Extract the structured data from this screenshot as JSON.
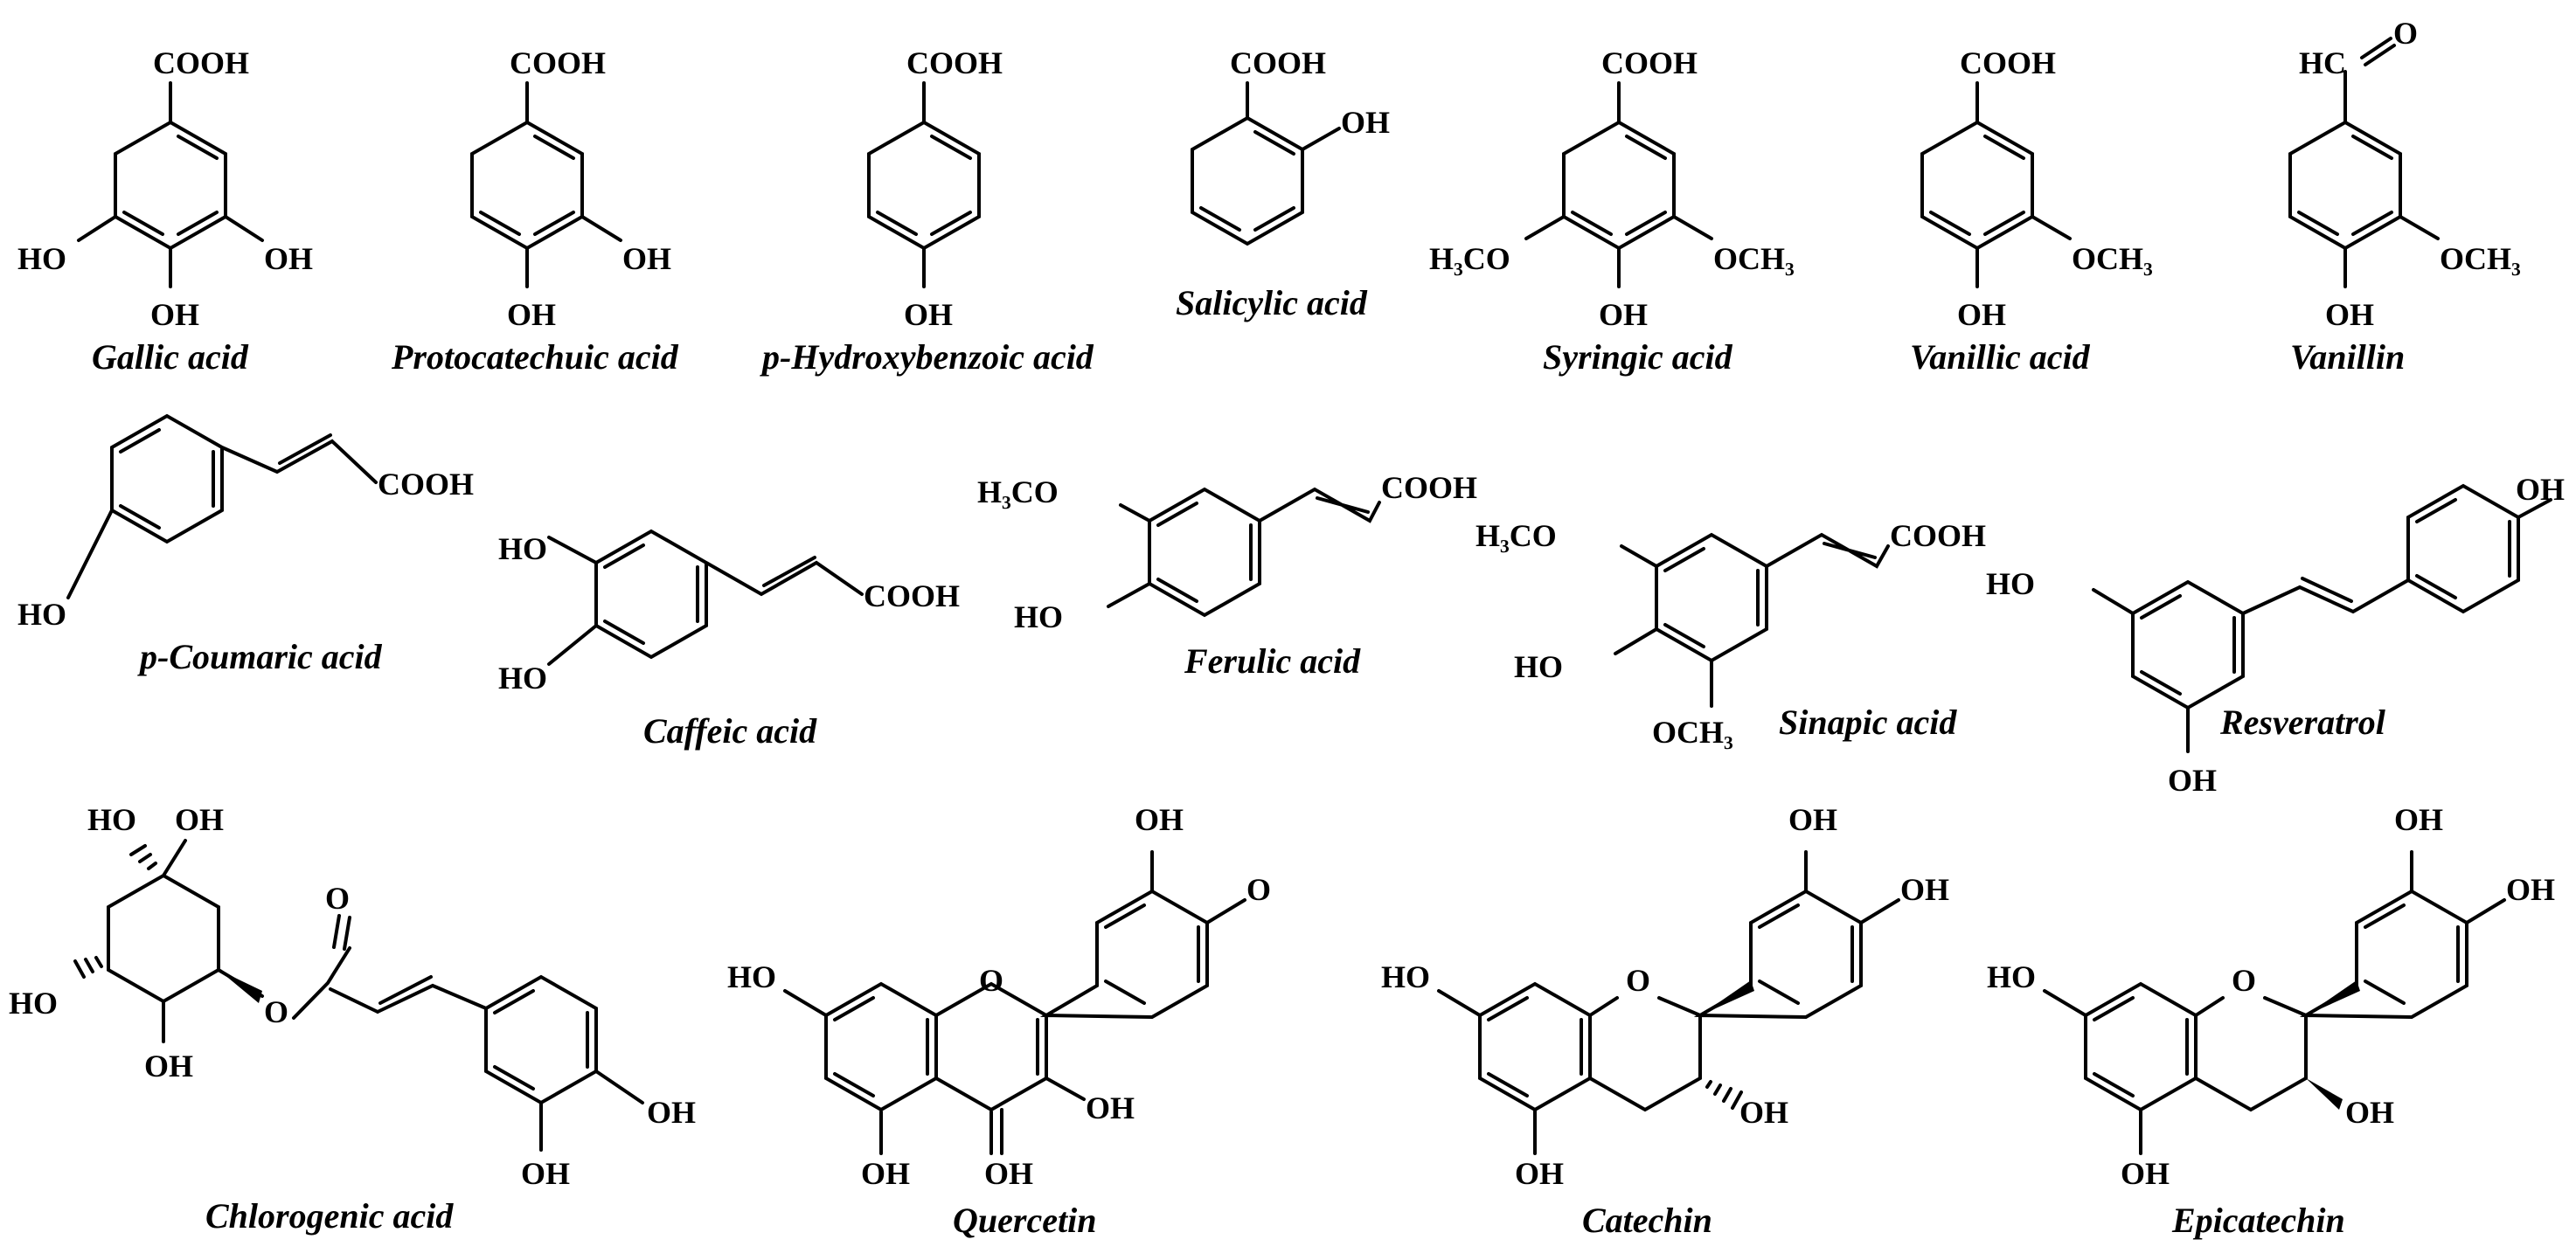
{
  "compounds": [
    {
      "id": "gallic",
      "name": "Gallic acid",
      "labels": [
        "COOH",
        "HO",
        "OH",
        "OH"
      ]
    },
    {
      "id": "protocatechuic",
      "name": "Protocatechuic acid",
      "labels": [
        "COOH",
        "OH",
        "OH"
      ]
    },
    {
      "id": "phydroxybenzoic",
      "name": "p-Hydroxybenzoic acid",
      "labels": [
        "COOH",
        "OH"
      ]
    },
    {
      "id": "salicylic",
      "name": "Salicylic acid",
      "labels": [
        "COOH",
        "OH"
      ]
    },
    {
      "id": "syringic",
      "name": "Syringic acid",
      "labels": [
        "COOH",
        "H₃CO",
        "OCH₃",
        "OH"
      ]
    },
    {
      "id": "vanillic",
      "name": "Vanillic acid",
      "labels": [
        "COOH",
        "OCH₃",
        "OH"
      ]
    },
    {
      "id": "vanillin",
      "name": "Vanillin",
      "labels": [
        "HC",
        "O",
        "OCH₃",
        "OH"
      ]
    },
    {
      "id": "pcoumaric",
      "name": "p-Coumaric acid",
      "labels": [
        "COOH",
        "HO"
      ]
    },
    {
      "id": "caffeic",
      "name": "Caffeic acid",
      "labels": [
        "HO",
        "HO",
        "COOH"
      ]
    },
    {
      "id": "ferulic",
      "name": "Ferulic acid",
      "labels": [
        "H₃CO",
        "HO",
        "COOH"
      ]
    },
    {
      "id": "sinapic",
      "name": "Sinapic acid",
      "labels": [
        "H₃CO",
        "HO",
        "OCH₃",
        "COOH"
      ]
    },
    {
      "id": "resveratrol",
      "name": "Resveratrol",
      "labels": [
        "HO",
        "OH",
        "OH"
      ]
    },
    {
      "id": "chlorogenic",
      "name": "Chlorogenic acid",
      "labels": [
        "HO",
        "OH",
        "HO",
        "OH",
        "O",
        "O",
        "OH",
        "OH"
      ]
    },
    {
      "id": "quercetin",
      "name": "Quercetin",
      "labels": [
        "HO",
        "O",
        "OH",
        "OH",
        "OH",
        "O",
        "OH"
      ]
    },
    {
      "id": "catechin",
      "name": "Catechin",
      "labels": [
        "HO",
        "O",
        "OH",
        "OH",
        "OH",
        "OH"
      ]
    },
    {
      "id": "epicatechin",
      "name": "Epicatechin",
      "labels": [
        "HO",
        "O",
        "OH",
        "OH",
        "OH",
        "OH"
      ]
    }
  ]
}
